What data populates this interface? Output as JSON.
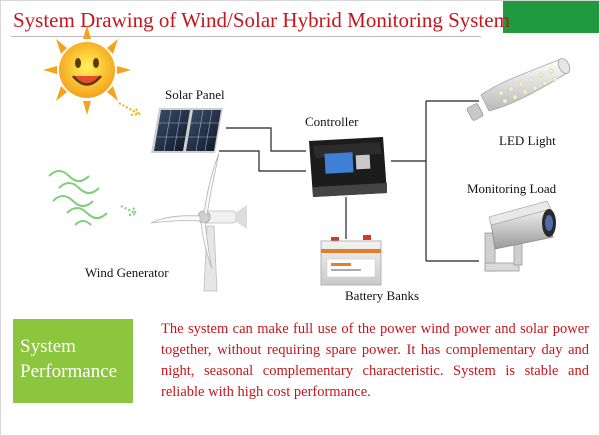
{
  "title": "System Drawing of Wind/Solar Hybrid Monitoring System",
  "labels": {
    "solar_panel": "Solar Panel",
    "controller": "Controller",
    "led_light": "LED Light",
    "monitoring_load": "Monitoring Load",
    "wind_generator": "Wind Generator",
    "battery_banks": "Battery Banks"
  },
  "performance": {
    "heading_line1": "System",
    "heading_line2": "Performance",
    "text": "The system can make full use of the power wind power and solar power together, without requiring spare power. It has complementary day and night, seasonal complementary characteristic. System is stable and reliable with high cost performance."
  },
  "colors": {
    "title": "#c4161c",
    "accent_green": "#1f9a3e",
    "box_green": "#8cc63f",
    "text_red": "#c4161c"
  },
  "icons": [
    "sun-icon",
    "wind-icon",
    "solar-panel-icon",
    "wind-turbine-icon",
    "controller-icon",
    "battery-icon",
    "led-bulb-icon",
    "cctv-camera-icon"
  ]
}
